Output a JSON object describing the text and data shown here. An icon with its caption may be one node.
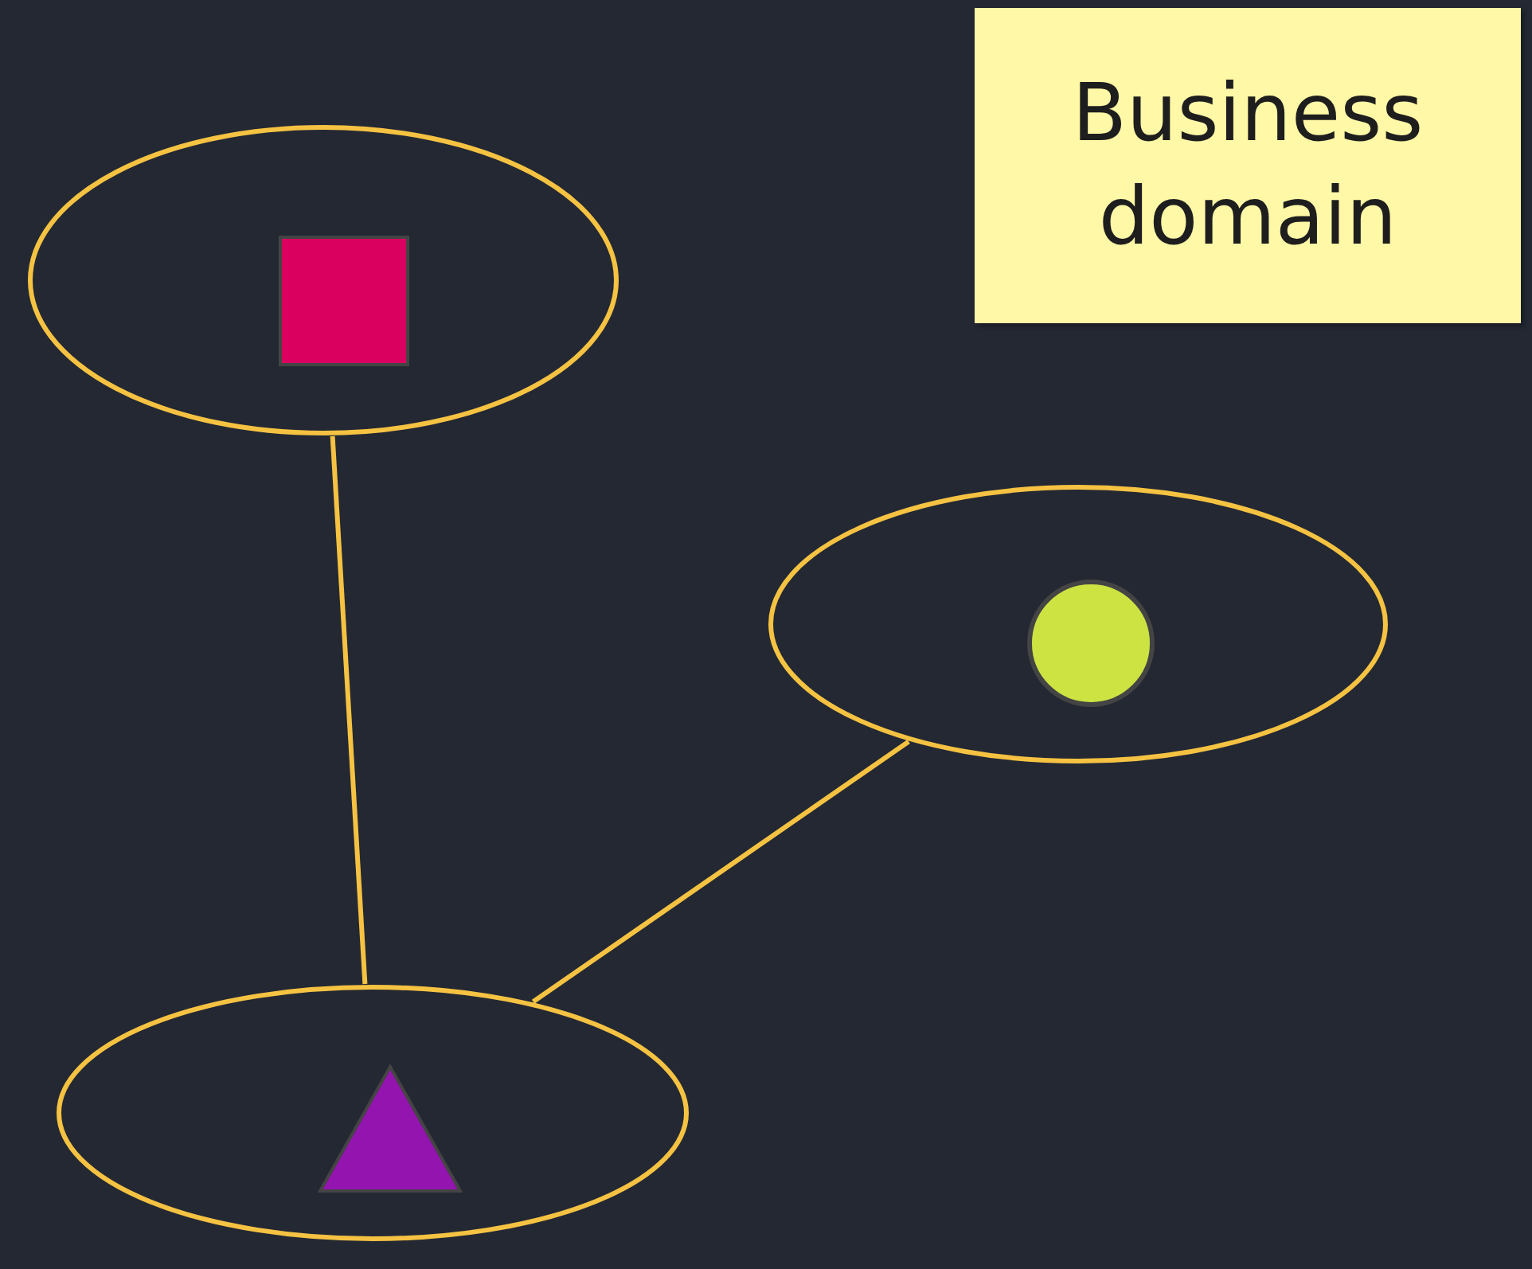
{
  "diagram": {
    "nodes": [
      {
        "text": [],
        "shape": "ellipse"
      },
      {
        "text": [],
        "shape": "box",
        "in": 0
      },
      {
        "text": [
          "Business domain"
        ]
      },
      {
        "text": [],
        "shape": "ellipse"
      },
      {
        "text": [],
        "shape": "circle",
        "in": 3
      },
      {
        "text": [],
        "shape": "ellipse"
      },
      {
        "text": [],
        "shape": "triangle",
        "in": 5
      }
    ],
    "edges": [
      {
        "from": 0,
        "to": 5,
        "arrow": "none"
      },
      {
        "from": 3,
        "to": 5,
        "arrow": "none"
      }
    ]
  }
}
